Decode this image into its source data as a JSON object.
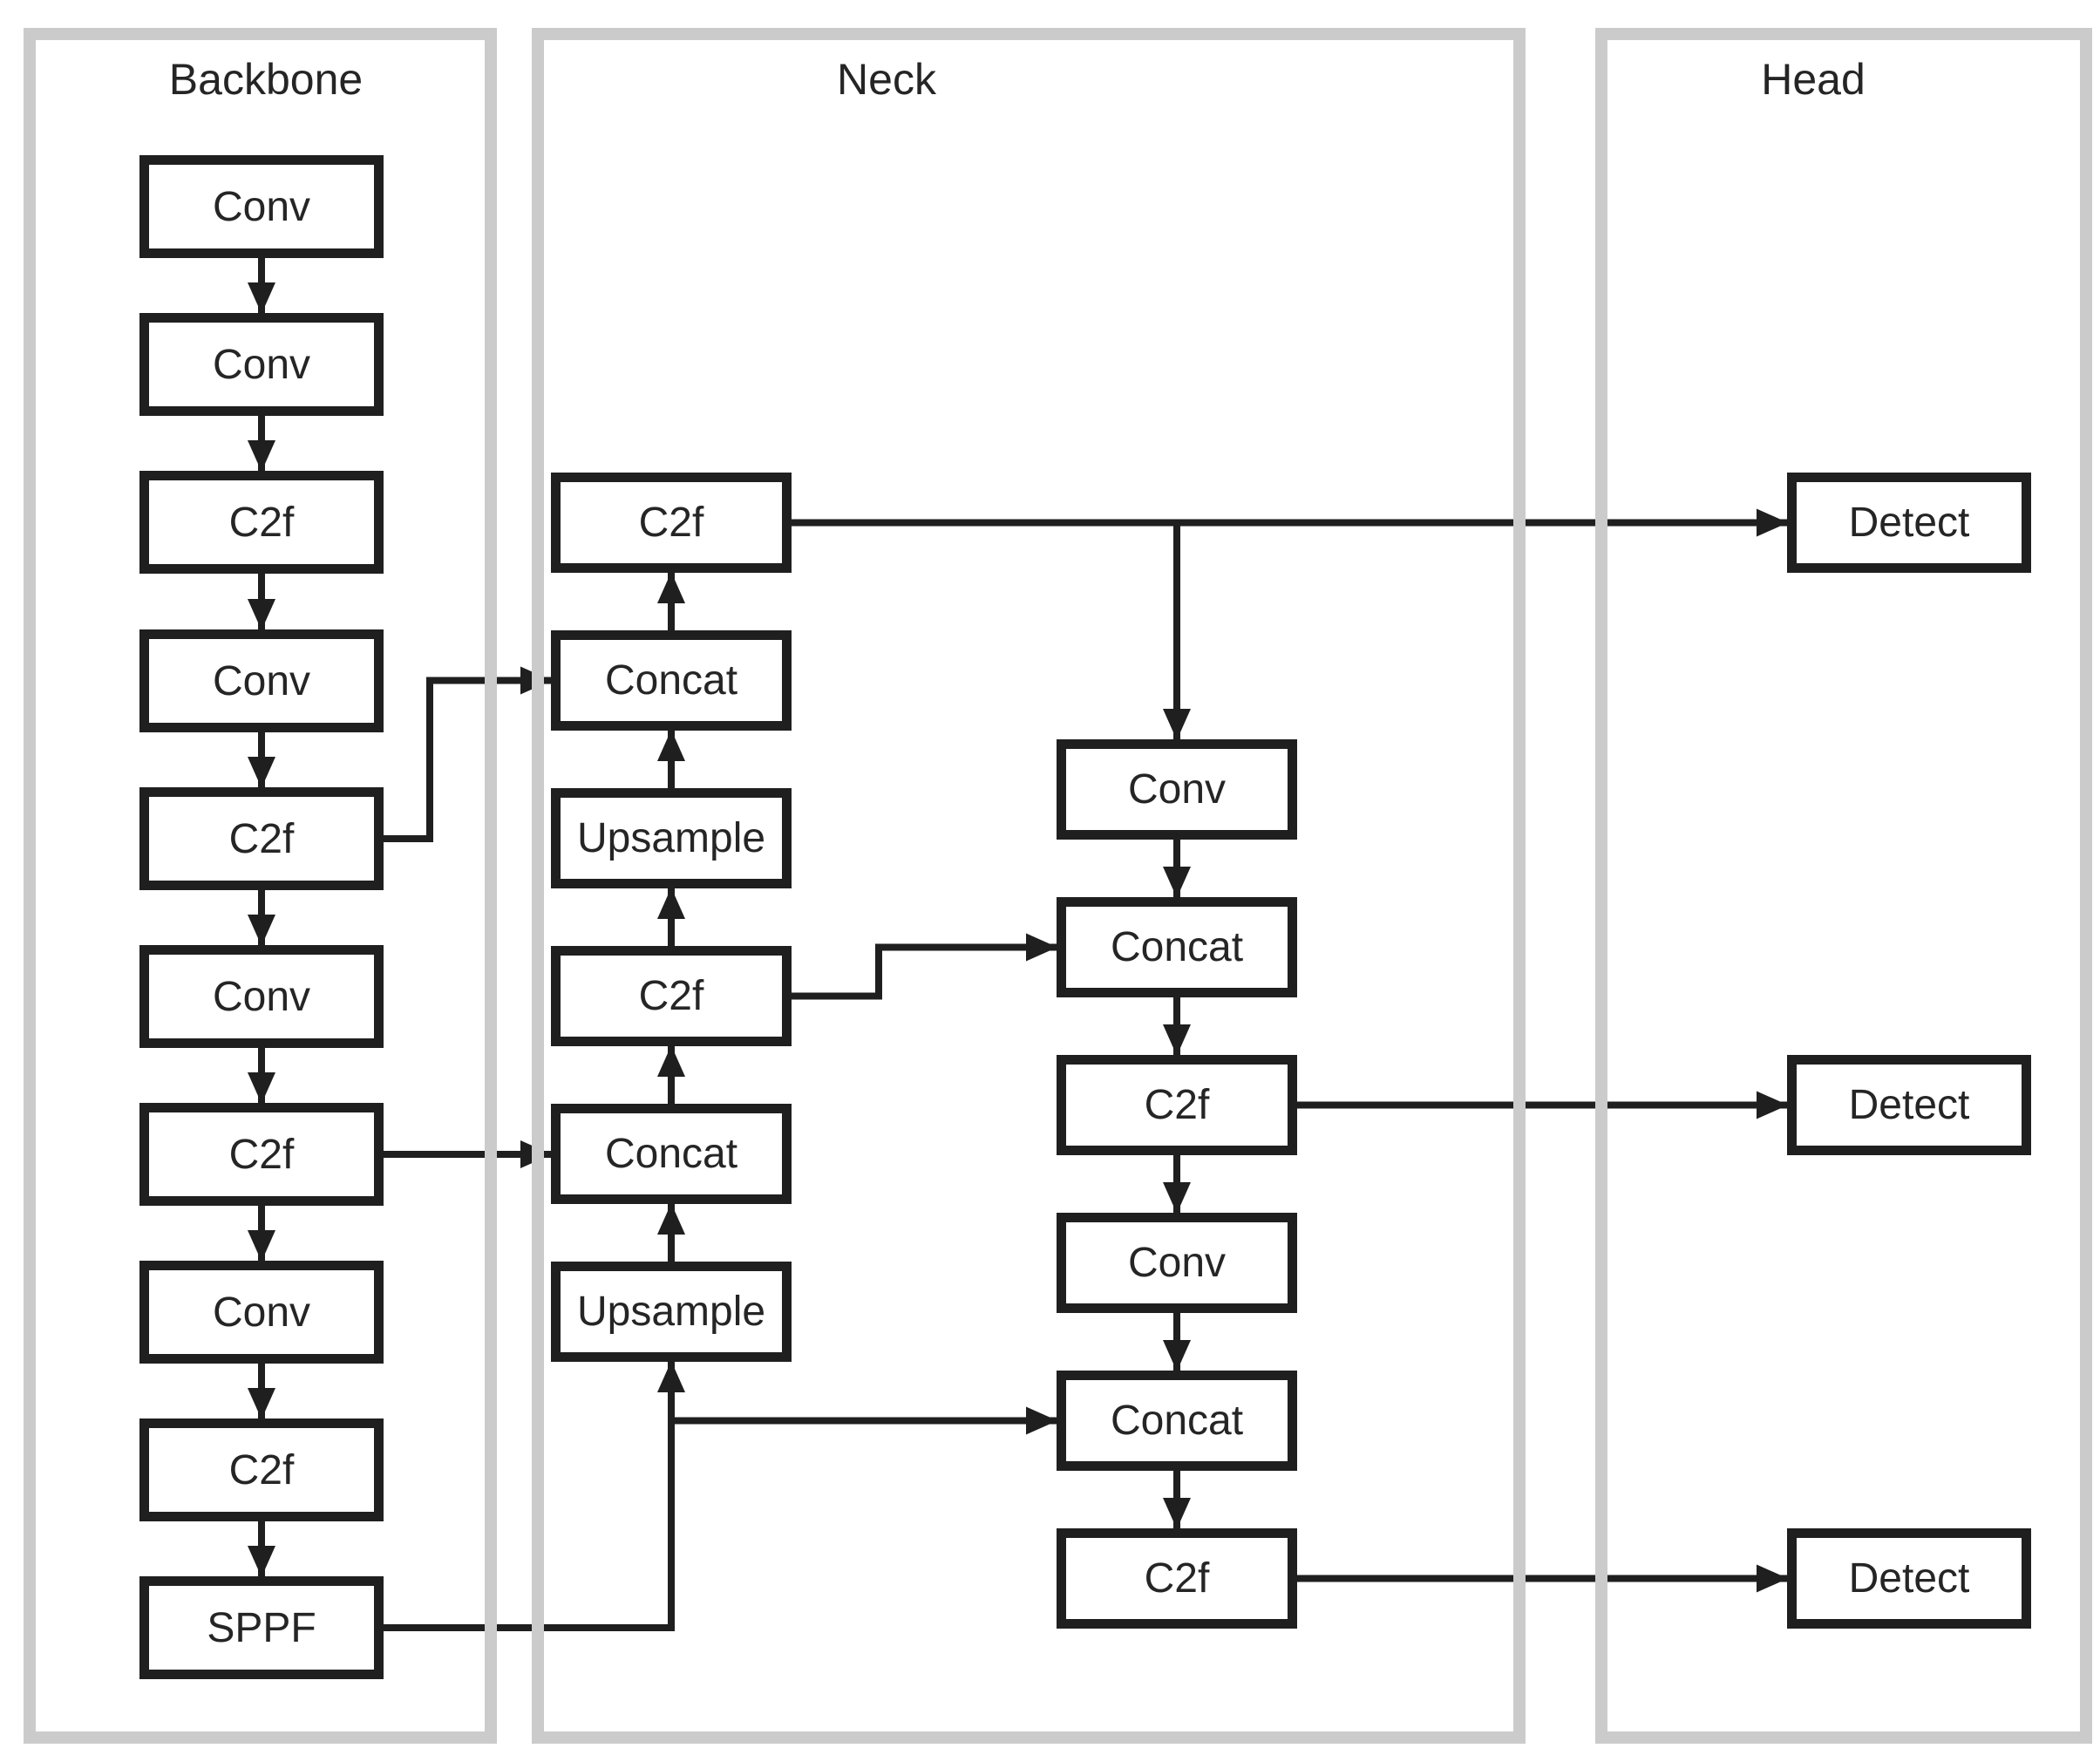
{
  "diagram": {
    "backbone": {
      "title": "Backbone",
      "nodes": [
        {
          "label": "Conv"
        },
        {
          "label": "Conv"
        },
        {
          "label": "C2f"
        },
        {
          "label": "Conv"
        },
        {
          "label": "C2f"
        },
        {
          "label": "Conv"
        },
        {
          "label": "C2f"
        },
        {
          "label": "Conv"
        },
        {
          "label": "C2f"
        },
        {
          "label": "SPPF"
        }
      ]
    },
    "neck": {
      "title": "Neck",
      "left_column": [
        {
          "label": "C2f"
        },
        {
          "label": "Concat"
        },
        {
          "label": "Upsample"
        },
        {
          "label": "C2f"
        },
        {
          "label": "Concat"
        },
        {
          "label": "Upsample"
        }
      ],
      "right_column": [
        {
          "label": "Conv"
        },
        {
          "label": "Concat"
        },
        {
          "label": "C2f"
        },
        {
          "label": "Conv"
        },
        {
          "label": "Concat"
        },
        {
          "label": "C2f"
        }
      ]
    },
    "head": {
      "title": "Head",
      "nodes": [
        {
          "label": "Detect"
        },
        {
          "label": "Detect"
        },
        {
          "label": "Detect"
        }
      ]
    },
    "colors": {
      "box_border": "#1f1f1f",
      "connector": "#1f1f1f",
      "panel_border": "#cbcbcb",
      "text": "#252525",
      "background": "#ffffff"
    }
  }
}
